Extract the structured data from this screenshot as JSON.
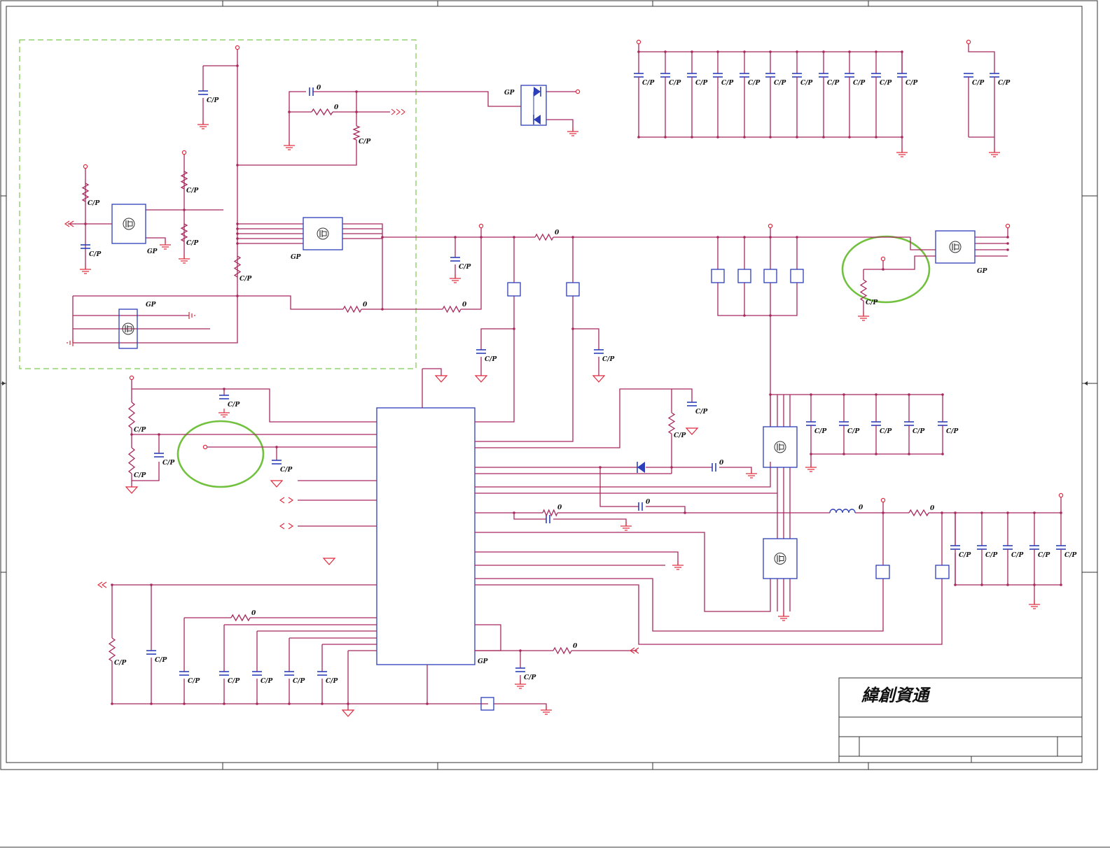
{
  "title_block": {
    "company_name": "緯創資通"
  },
  "colors": {
    "wire": "#a8285e",
    "net_symbol": "#e0283c",
    "component": "#2c3fb8",
    "highlight": "#72c13e",
    "dashed_region": "#7cc94e"
  },
  "labels": {
    "cap": "C/P",
    "gp": "GP",
    "zero": "0"
  },
  "icons": [
    "resistor-icon",
    "capacitor-icon",
    "ground-icon",
    "power-pin-icon",
    "mosfet-icon",
    "diode-icon",
    "inductor-icon",
    "controller-ic-icon",
    "off-page-connector-icon"
  ]
}
